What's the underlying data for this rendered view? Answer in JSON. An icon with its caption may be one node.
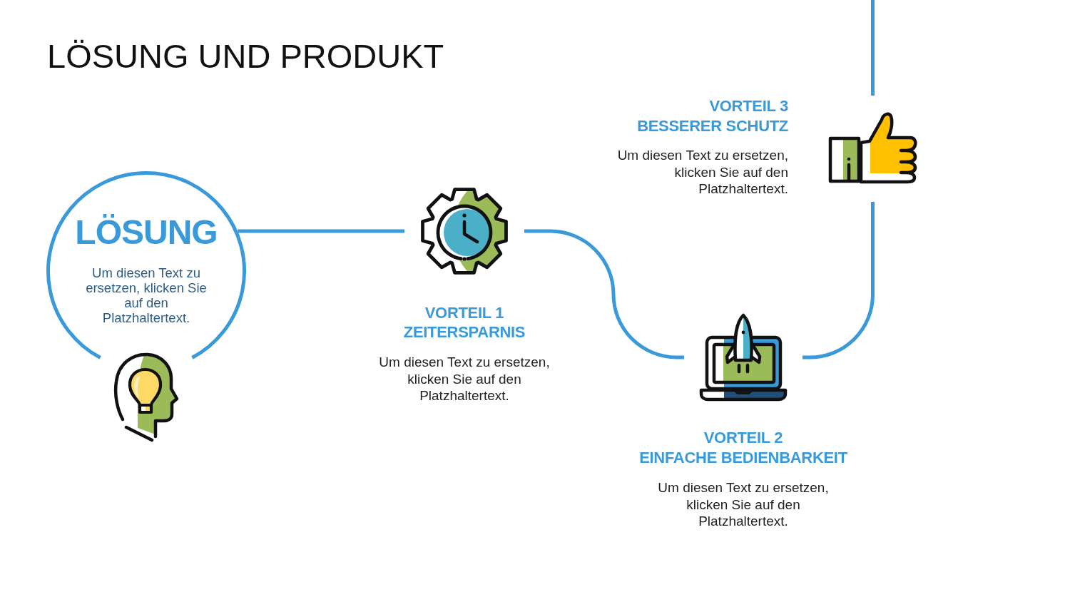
{
  "diagram": {
    "title": "LÖSUNG UND PRODUKT",
    "nodes": [
      {
        "text": [
          "LÖSUNG",
          "Um diesen Text zu ersetzen, klicken Sie auf den Platzhaltertext."
        ]
      },
      {
        "text": [],
        "shape": "picture",
        "beside": [
          "VORTEIL 1",
          "ZEITERSPARNIS",
          "Um diesen Text zu ersetzen, klicken Sie auf den Platzhaltertext."
        ]
      },
      {
        "text": [],
        "shape": "picture",
        "beside": [
          "VORTEIL 2",
          "EINFACHE BEDIENBARKEIT",
          "Um diesen Text zu ersetzen, klicken Sie auf den Platzhaltertext."
        ]
      },
      {
        "text": [],
        "shape": "picture",
        "beside": [
          "VORTEIL 3",
          "BESSERER SCHUTZ",
          "Um diesen Text zu ersetzen, klicken Sie auf den Platzhaltertext."
        ]
      }
    ],
    "edges": [
      {
        "from": 0,
        "to": 1,
        "arrow": "none"
      },
      {
        "from": 1,
        "to": 2,
        "arrow": "none"
      },
      {
        "from": 2,
        "to": 3,
        "arrow": "none"
      },
      {
        "from": 3,
        "to": null,
        "arrow": "none"
      }
    ]
  }
}
